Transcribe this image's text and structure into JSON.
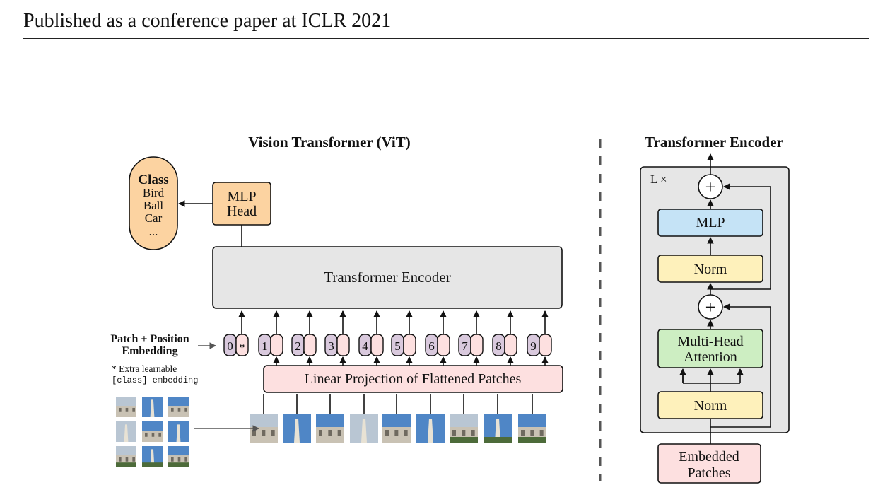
{
  "page": {
    "header": "Published as a conference paper at ICLR 2021"
  },
  "vit": {
    "title": "Vision Transformer (ViT)",
    "class_box": {
      "heading": "Class",
      "items": [
        "Bird",
        "Ball",
        "Car",
        "..."
      ]
    },
    "mlp_head": [
      "MLP",
      "Head"
    ],
    "encoder_label": "Transformer Encoder",
    "embed_label": [
      "Patch + Position",
      "Embedding"
    ],
    "extra_note": [
      "* Extra learnable",
      "[class] embedding"
    ],
    "tokens": [
      "0",
      "1",
      "2",
      "3",
      "4",
      "5",
      "6",
      "7",
      "8",
      "9"
    ],
    "class_token_mark": "*",
    "projection_label": "Linear Projection of Flattened Patches"
  },
  "encoder": {
    "title": "Transformer Encoder",
    "repeat": "L ×",
    "mlp": "MLP",
    "norm_top": "Norm",
    "attention": [
      "Multi-Head",
      "Attention"
    ],
    "norm_bottom": "Norm",
    "input": [
      "Embedded",
      "Patches"
    ],
    "plus": "+"
  },
  "colors": {
    "orange": "#fcd3a1",
    "gray": "#e6e6e6",
    "pink": "#fde0e0",
    "purple": "#d9c9dd",
    "blue": "#c5e3f6",
    "yellow": "#fef1bb",
    "green": "#cdeec2",
    "sky": "#4f86c6",
    "stone": "#c9c2b4"
  }
}
